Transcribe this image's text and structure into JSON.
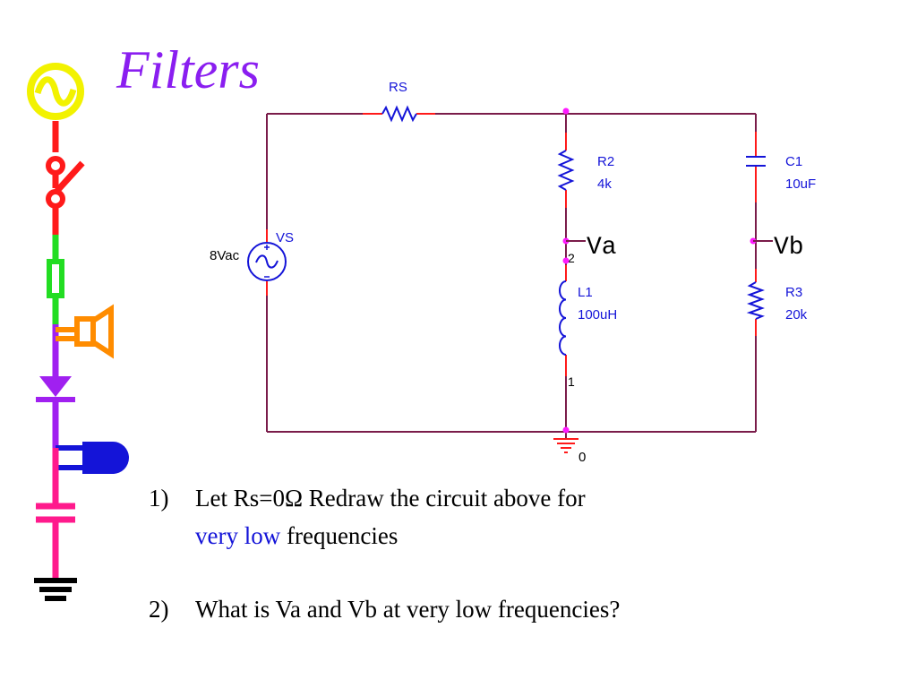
{
  "title": "Filters",
  "circuit": {
    "source": {
      "name": "VS",
      "value": "8Vac"
    },
    "rs": {
      "name": "RS"
    },
    "r2": {
      "name": "R2",
      "value": "4k"
    },
    "l1": {
      "name": "L1",
      "value": "100uH",
      "pin_top": "2",
      "pin_bottom": "1"
    },
    "c1": {
      "name": "C1",
      "value": "10uF"
    },
    "r3": {
      "name": "R3",
      "value": "20k"
    },
    "ground": {
      "label": "0"
    },
    "node_a": "Va",
    "node_b": "Vb"
  },
  "questions": [
    {
      "number": "1)",
      "line1": "Let Rs=0Ω  Redraw the circuit above for",
      "line2_highlight": "very low",
      "line2_rest": " frequencies"
    },
    {
      "number": "2)",
      "text": "What is Va and Vb at very low frequencies?"
    }
  ],
  "colors": {
    "title": "#8a1ef0",
    "wire": "#7a1c4a",
    "component": "#1414d8",
    "lead": "#ff1a1a",
    "node": "#ff1aff",
    "highlight": "#1414d8"
  }
}
